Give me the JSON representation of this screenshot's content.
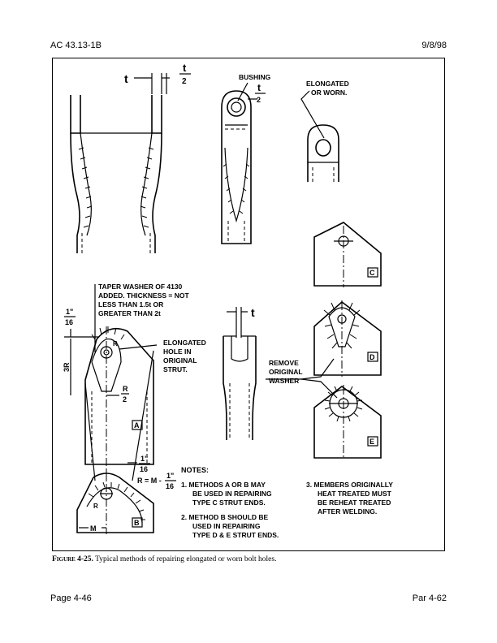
{
  "header": {
    "left": "AC 43.13-1B",
    "right": "9/8/98"
  },
  "footer": {
    "left": "Page 4-46",
    "right": "Par 4-62"
  },
  "figure": {
    "labels": {
      "t_top_left": "t",
      "t_half_top": "t",
      "half_top": "2",
      "bushing": "BUSHING",
      "t_bushing": "t",
      "half_bushing": "2",
      "elongated_worn_1": "ELONGATED",
      "elongated_worn_2": "OR WORN.",
      "taper_1": "TAPER WASHER OF  4130",
      "taper_2": "ADDED.  THICKNESS = NOT",
      "taper_3": "LESS THAN 1.5t OR",
      "taper_4": "GREATER THAN 2t",
      "sixteenth_num": "1\"",
      "sixteenth_den": "16",
      "three_r": "3R",
      "elong_hole_1": "ELONGATED",
      "elong_hole_2": "HOLE IN",
      "elong_hole_3": "ORIGINAL",
      "elong_hole_4": "STRUT.",
      "r_half_num": "R",
      "r_half_den": "2",
      "t_mid": "t",
      "remove_1": "REMOVE",
      "remove_2": "ORIGINAL",
      "remove_3": "WASHER",
      "box_a": "A",
      "box_b": "B",
      "box_c": "C",
      "box_d": "D",
      "box_e": "E",
      "r_label_top": "R",
      "r_label_b": "R",
      "r_eq": "R = M -",
      "r_eq_num": "1\"",
      "r_eq_den": "16",
      "b_frac_num": "1\"",
      "b_frac_den": "16",
      "m_label": "M",
      "notes": "NOTES:",
      "note1_1": "1.  METHODS A OR B MAY",
      "note1_2": "BE USED IN REPAIRING",
      "note1_3": "TYPE C STRUT ENDS.",
      "note2_1": "2.  METHOD B SHOULD BE",
      "note2_2": "USED IN REPAIRING",
      "note2_3": "TYPE D & E STRUT ENDS.",
      "note3_1": "3.  MEMBERS ORIGINALLY",
      "note3_2": "HEAT TREATED MUST",
      "note3_3": "BE REHEAT TREATED",
      "note3_4": "AFTER WELDING."
    }
  },
  "caption": {
    "figure_no": "Figure 4-25.",
    "text": " Typical methods of repairing elongated or worn bolt holes."
  }
}
